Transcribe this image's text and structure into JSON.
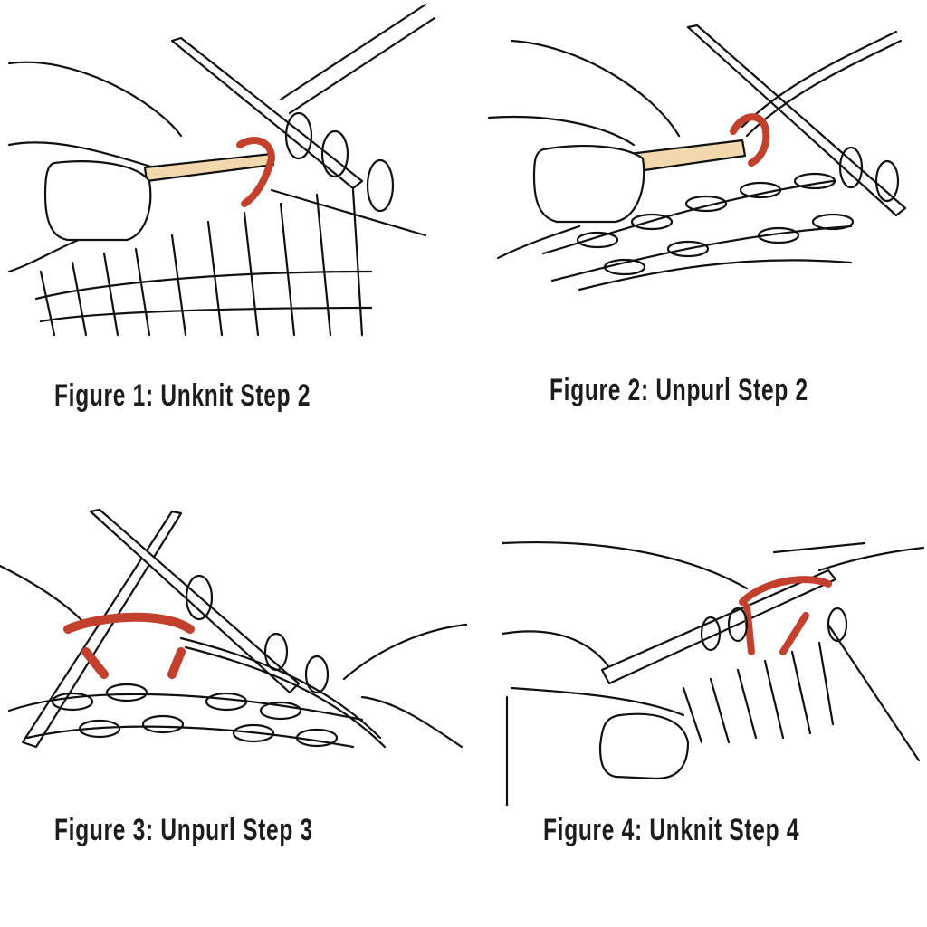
{
  "figures": [
    {
      "caption": "Figure 1: Unknit Step 2"
    },
    {
      "caption": "Figure 2: Unpurl Step 2"
    },
    {
      "caption": "Figure 3: Unpurl Step 3"
    },
    {
      "caption": "Figure 4: Unknit Step 4"
    }
  ],
  "colors": {
    "yarn_highlight": "#c3402c",
    "wood_needle": "#f2d9ad",
    "line": "#111111"
  }
}
